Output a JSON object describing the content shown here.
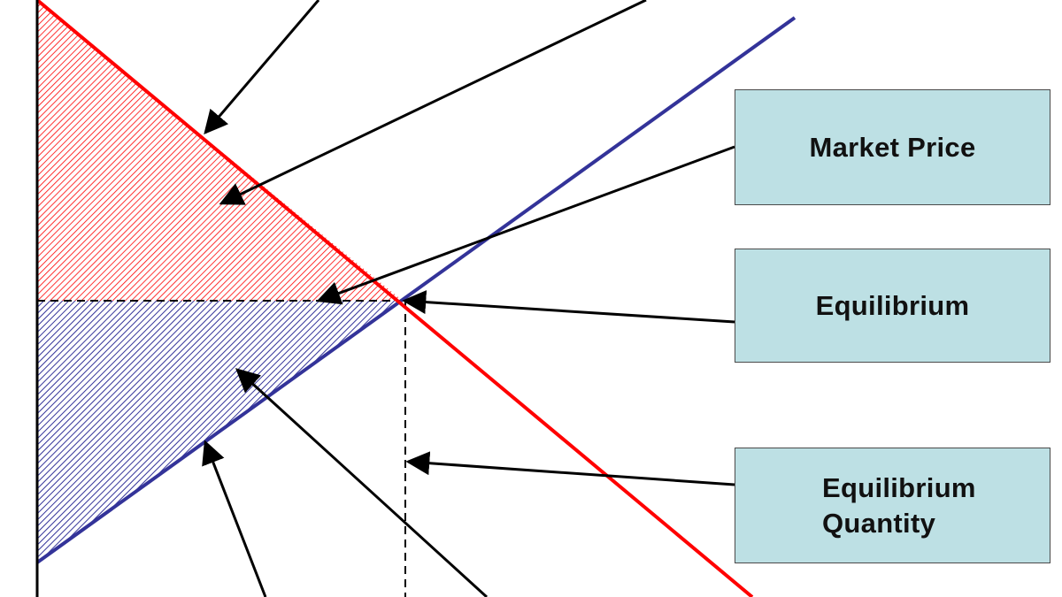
{
  "colors": {
    "demand": "#ff0000",
    "supply": "#333399",
    "consumer_surplus_hatch": "#ff0000",
    "producer_surplus_hatch": "#333399",
    "label_box_fill": "#bde0e4",
    "axis": "#000000"
  },
  "labels": {
    "market_price": "Market Price",
    "equilibrium": "Equilibrium",
    "equilibrium_quantity": "Equilibrium\nQuantity"
  }
}
